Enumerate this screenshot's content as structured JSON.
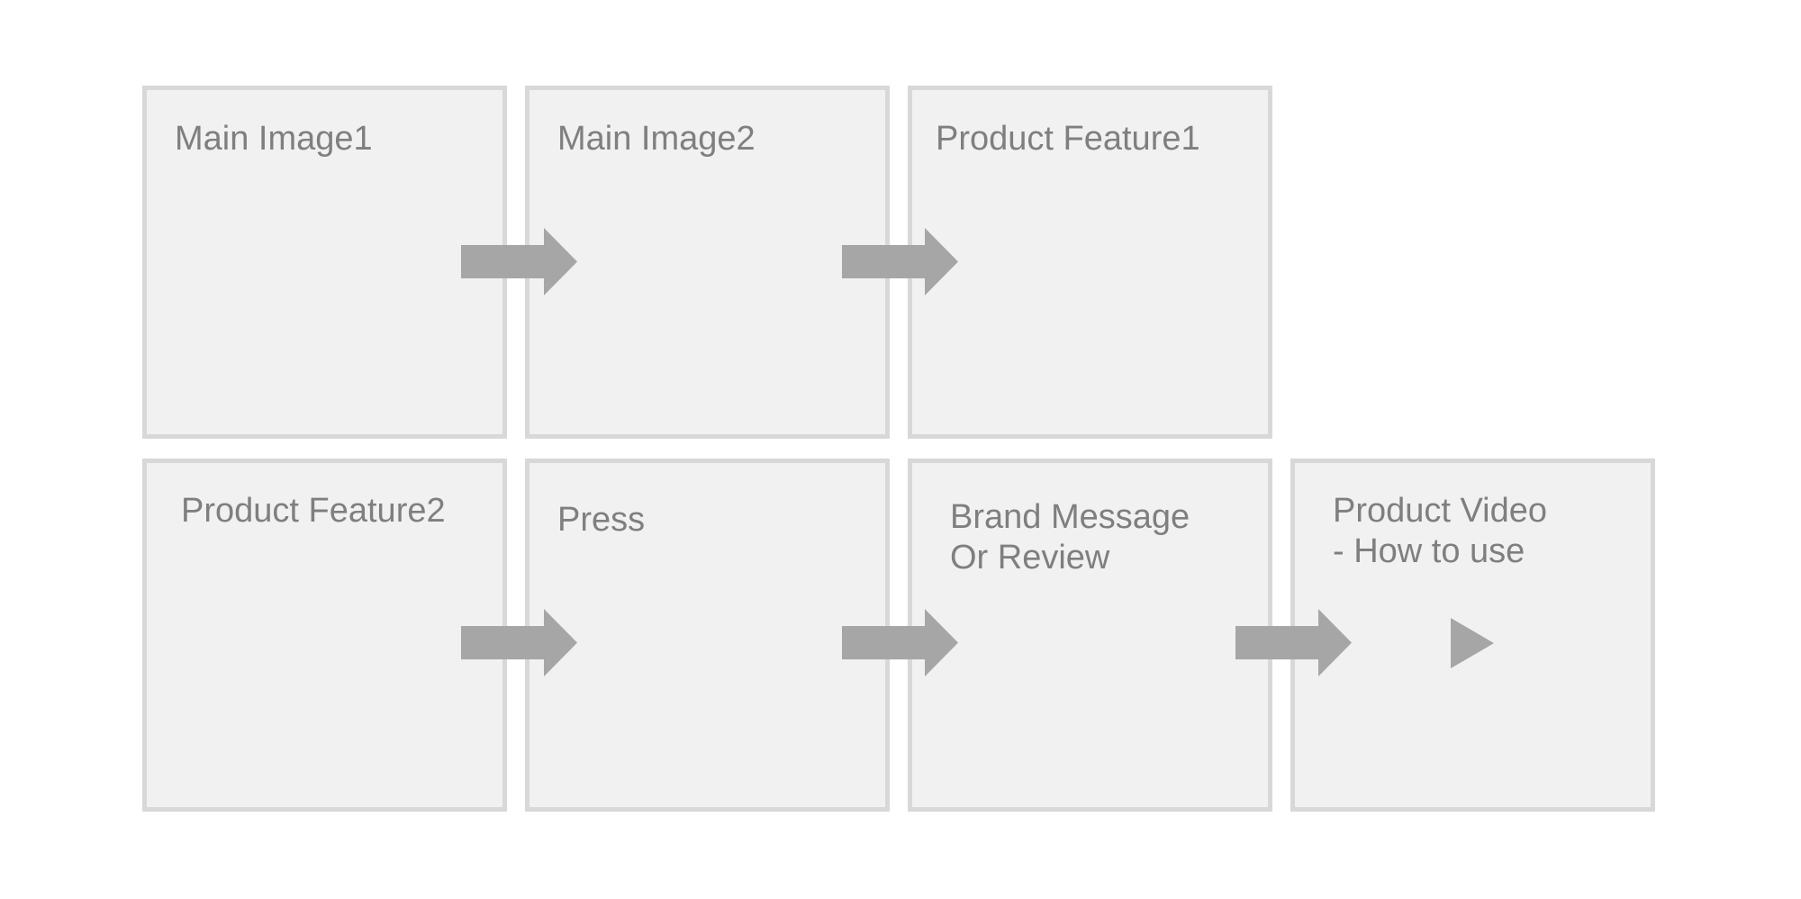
{
  "colors": {
    "box_fill": "#f1f1f1",
    "box_border": "#d8d8d8",
    "label_text": "#7f7f7f",
    "arrow_fill": "#a6a6a6",
    "background": "#ffffff"
  },
  "boxes": {
    "main_image1": {
      "label": "Main Image1"
    },
    "main_image2": {
      "label": "Main Image2"
    },
    "product_feature1": {
      "label": "Product Feature1"
    },
    "product_feature2": {
      "label": "Product Feature2"
    },
    "press": {
      "label": "Press"
    },
    "brand_message": {
      "label": "Brand Message\nOr Review"
    },
    "product_video": {
      "label": "Product Video\n- How to use"
    }
  },
  "icons": {
    "flow_arrow": "right-arrow-icon",
    "video_play": "play-icon"
  }
}
